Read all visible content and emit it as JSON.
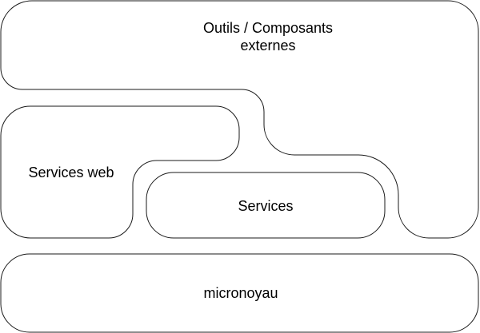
{
  "diagram": {
    "outer_block": {
      "label_line1": "Outils / Composants",
      "label_line2": "externes"
    },
    "web_services_block": {
      "label": "Services web"
    },
    "services_block": {
      "label": "Services"
    },
    "kernel_block": {
      "label": "micronoyau"
    }
  },
  "colors": {
    "stroke": "#1a1a1a",
    "fill": "#ffffff",
    "text": "#000000"
  }
}
